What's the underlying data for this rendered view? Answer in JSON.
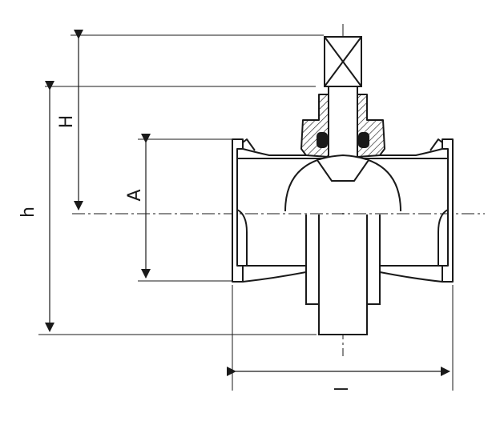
{
  "labels": {
    "H": "H",
    "h": "h",
    "A": "A",
    "l": "l"
  },
  "colors": {
    "line": "#1a1a1a",
    "hatch": "#1a1a1a",
    "background": "#ffffff"
  }
}
